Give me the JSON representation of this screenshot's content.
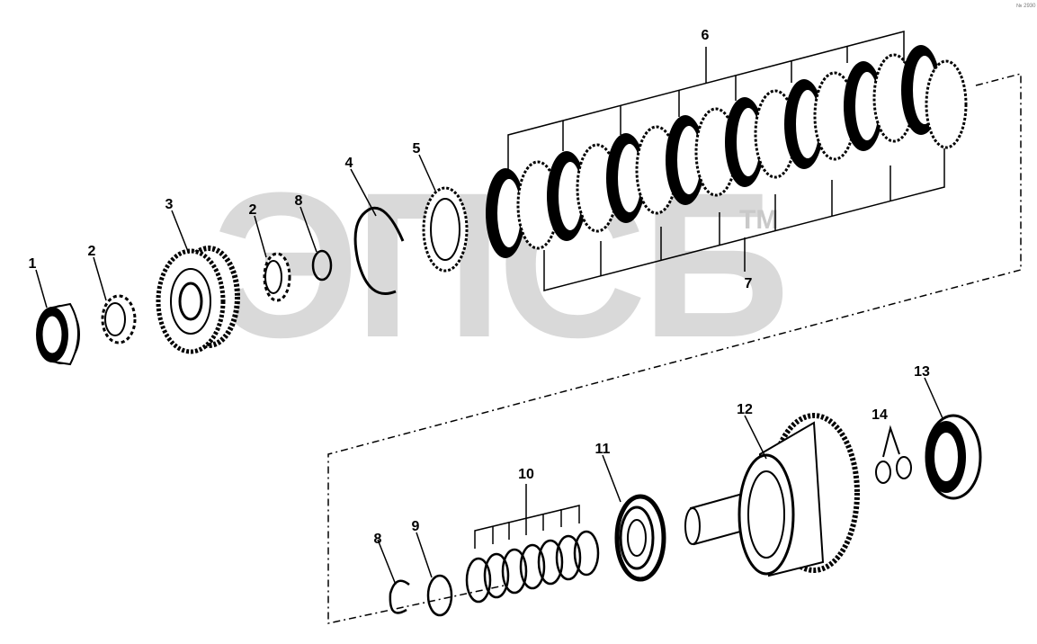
{
  "watermark": {
    "text": "ЭПСБ",
    "tm": "TM"
  },
  "corner_note": "№ 2930",
  "labels": {
    "p1": "1",
    "p2a": "2",
    "p3": "3",
    "p2b": "2",
    "p8a": "8",
    "p4": "4",
    "p5": "5",
    "p6": "6",
    "p7": "7",
    "p8b": "8",
    "p9": "9",
    "p10": "10",
    "p11": "11",
    "p12": "12",
    "p13": "13",
    "p14": "14"
  }
}
